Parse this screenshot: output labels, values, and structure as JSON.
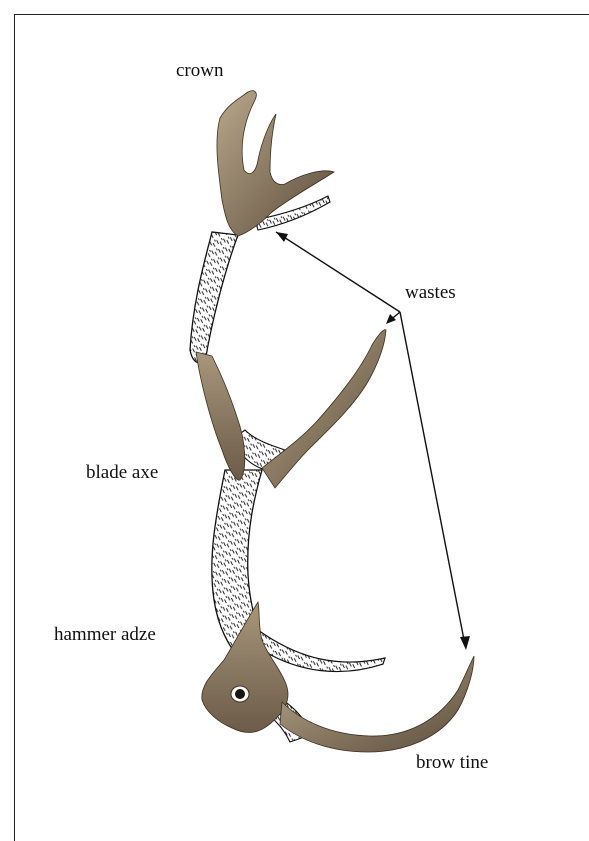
{
  "labels": {
    "crown": "crown",
    "wastes": "wastes",
    "blade_axe": "blade axe",
    "hammer_adze": "hammer adze",
    "brow_tine": "brow tine"
  },
  "colors": {
    "antler_photo": "#8a7a63",
    "antler_photo_light": "#b8a78c",
    "antler_photo_dark": "#5b4c3c",
    "drawing_ink": "#111111",
    "drawing_fill": "#ffffff"
  }
}
